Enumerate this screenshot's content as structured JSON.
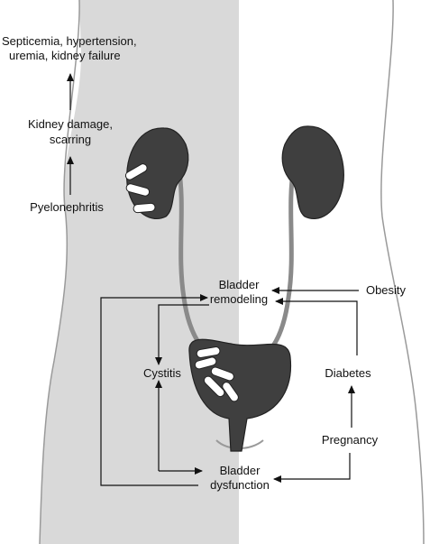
{
  "labels": {
    "septicemia_line1": "Septicemia, hypertension,",
    "septicemia_line2": "uremia, kidney failure",
    "kidney_damage_line1": "Kidney damage,",
    "kidney_damage_line2": "scarring",
    "pyelonephritis": "Pyelonephritis",
    "bladder_remodeling_line1": "Bladder",
    "bladder_remodeling_line2": "remodeling",
    "obesity": "Obesity",
    "cystitis": "Cystitis",
    "diabetes": "Diabetes",
    "pregnancy": "Pregnancy",
    "bladder_dysfunction_line1": "Bladder",
    "bladder_dysfunction_line2": "dysfunction"
  },
  "colors": {
    "body_shade": "#d9d9d9",
    "organ": "#3f3f3f",
    "ureter": "#8a8a8a",
    "bacteria": "#ffffff",
    "outline": "#9a9a9a",
    "arrow": "#111111"
  },
  "icons": {
    "kidney": "kidney-icon",
    "bladder": "bladder-icon",
    "bacteria": "bacteria-icon"
  }
}
